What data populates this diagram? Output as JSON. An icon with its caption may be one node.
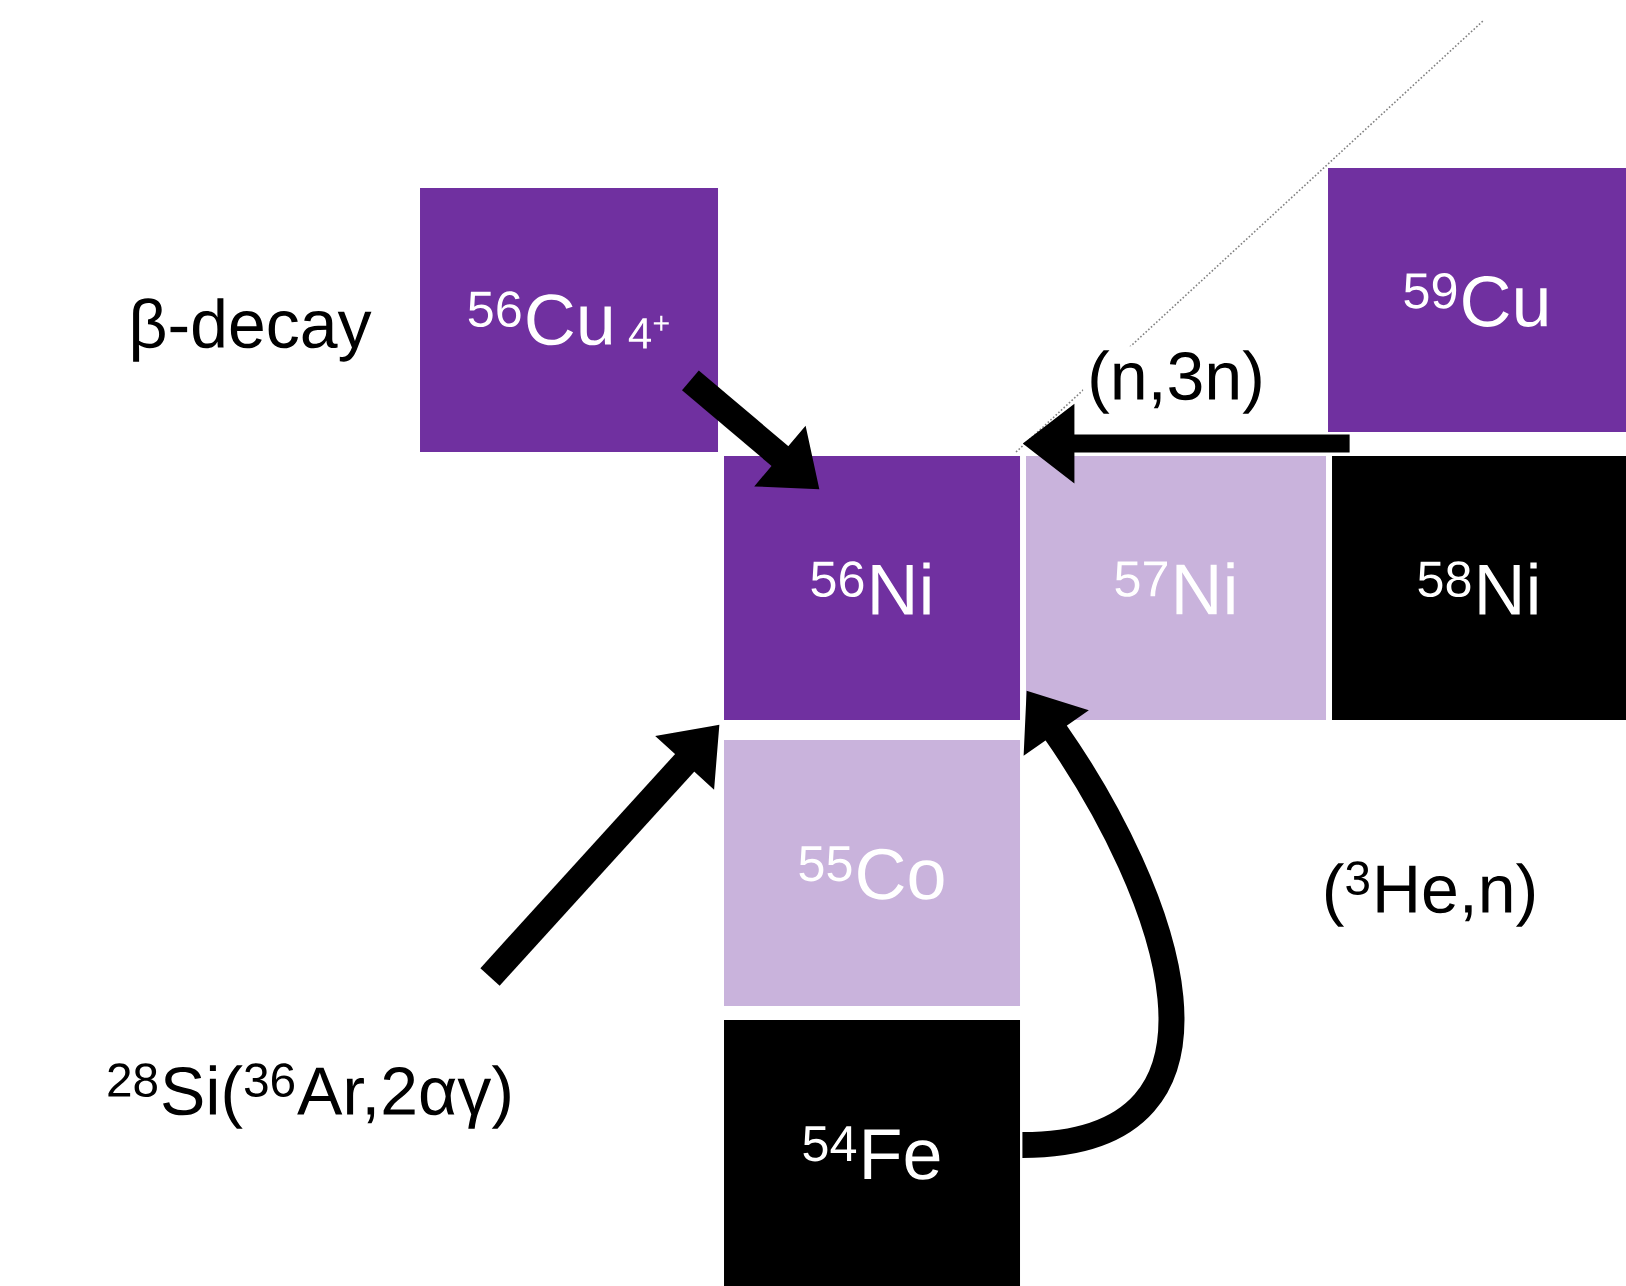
{
  "diagram": {
    "nodes": [
      {
        "text": [
          "$^{56}$Cu",
          "4$^{+}$"
        ],
        "beside": [
          "β-decay"
        ]
      },
      {
        "text": [
          "$^{59}$Cu"
        ]
      },
      {
        "text": [
          "$^{56}$Ni"
        ]
      },
      {
        "text": [
          "$^{57}$Ni"
        ]
      },
      {
        "text": [
          "$^{58}$Ni"
        ]
      },
      {
        "text": [
          "$^{55}$Co"
        ]
      },
      {
        "text": [
          "$^{54}$Fe"
        ]
      },
      {
        "text": [
          "$^{28}$Si($^{36}$Ar,2αγ)"
        ]
      }
    ],
    "edges": [
      {
        "from": 0,
        "to": 2,
        "arrow": "to"
      },
      {
        "from": 4,
        "to": 2,
        "arrow": "to",
        "label": "(n,3n)"
      },
      {
        "from": 7,
        "to": 2,
        "arrow": "to"
      },
      {
        "from": 6,
        "to": 2,
        "arrow": "to",
        "label": "($^{3}$He,n)"
      }
    ]
  }
}
